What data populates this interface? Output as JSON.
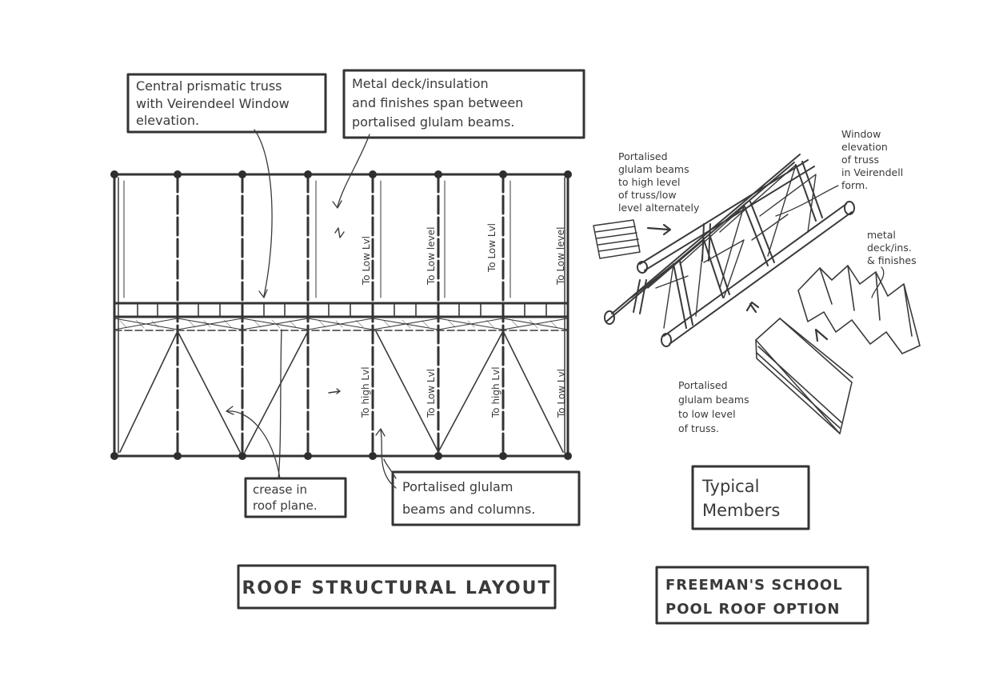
{
  "plan": {
    "callouts": {
      "central_truss": [
        "Central prismatic truss",
        "with Veirendeel Window",
        "elevation."
      ],
      "metal_deck": [
        "Metal deck/insulation",
        "and finishes span between",
        "portalised glulam beams."
      ],
      "crease": [
        "crease in",
        "roof plane."
      ],
      "portalised": [
        "Portalised glulam",
        "beams and columns."
      ]
    },
    "upper_bay_notes": [
      "To Low Lvl",
      "To Low level",
      "To Low Lvl",
      "To Low level"
    ],
    "lower_bay_notes": [
      "To high Lvl",
      "To Low Lvl",
      "To high Lvl",
      "To Low Lvl"
    ],
    "title": "ROOF STRUCTURAL LAYOUT"
  },
  "members": {
    "labels": {
      "upper_beams": [
        "Portalised",
        "glulam beams",
        "to high level",
        "of truss/low",
        "level alternately"
      ],
      "window_elevation": [
        "Window",
        "elevation",
        "of truss",
        "in Veirendell",
        "form."
      ],
      "metal_deck": [
        "metal",
        "deck/ins.",
        "& finishes"
      ],
      "lower_beams": [
        "Portalised",
        "glulam beams",
        "to low level",
        "of truss."
      ]
    },
    "title": [
      "Typical",
      "Members"
    ]
  },
  "project_title": [
    "FREEMAN'S SCHOOL",
    "POOL ROOF OPTION"
  ],
  "colors": {
    "ink": "#3a3a3a",
    "paper": "#ffffff"
  }
}
